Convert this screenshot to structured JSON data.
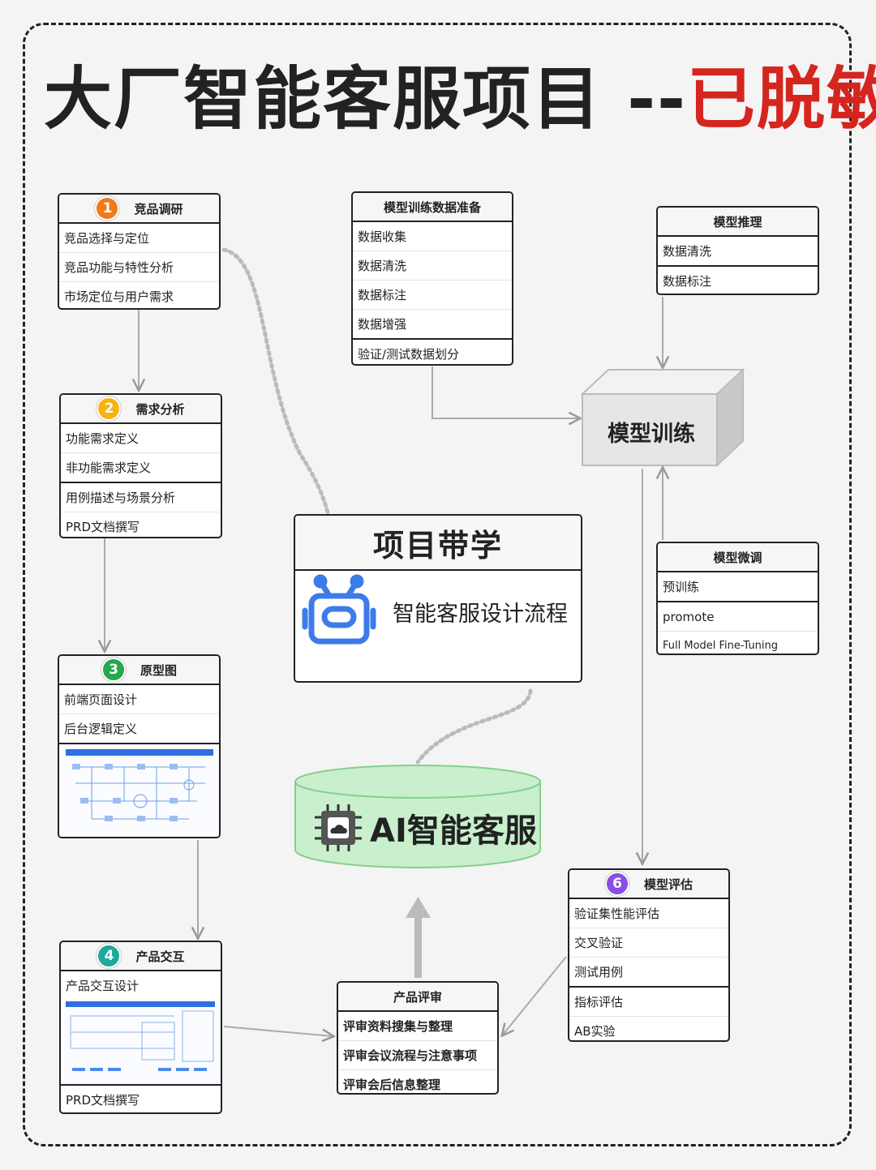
{
  "title": {
    "main": "大厂智能客服项目 --",
    "highlight": "已脱敏"
  },
  "colors": {
    "accent_red": "#d4261e",
    "db_green": "#c9efcc",
    "robot_blue": "#3d7bea"
  },
  "competitive": {
    "badge": "1",
    "header": "竞品调研",
    "rows": [
      "竞品选择与定位",
      "竞品功能与特性分析",
      "市场定位与用户需求"
    ]
  },
  "requirements": {
    "badge": "2",
    "header": "需求分析",
    "rows": [
      "功能需求定义",
      "非功能需求定义",
      "用例描述与场景分析",
      "PRD文档撰写"
    ]
  },
  "prototype": {
    "badge": "3",
    "header": "原型图",
    "rows": [
      "前端页面设计",
      "后台逻辑定义"
    ]
  },
  "interaction": {
    "badge": "4",
    "header": "产品交互",
    "rows": [
      "产品交互设计",
      "PRD文档撰写"
    ]
  },
  "review": {
    "header": "产品评审",
    "rows": [
      "评审资料搜集与整理",
      "评审会议流程与注意事项",
      "评审会后信息整理"
    ]
  },
  "evaluation": {
    "badge": "6",
    "header": "模型评估",
    "rows": [
      "验证集性能评估",
      "交叉验证",
      "测试用例",
      "指标评估",
      "AB实验"
    ]
  },
  "data_prep": {
    "header": "模型训练数据准备",
    "rows": [
      "数据收集",
      "数据清洗",
      "数据标注",
      "数据增强",
      "验证/测试数据划分"
    ]
  },
  "inference": {
    "header": "模型推理",
    "rows": [
      "数据清洗",
      "数据标注"
    ]
  },
  "finetune": {
    "header": "模型微调",
    "rows": [
      "预训练",
      "promote",
      "Full Model Fine-Tuning"
    ]
  },
  "training": {
    "label": "模型训练"
  },
  "mentoring": {
    "header": "项目带学",
    "subtitle": "智能客服设计流程",
    "icon": "robot-icon"
  },
  "product": {
    "label": "AI智能客服",
    "icon": "chip-icon"
  }
}
